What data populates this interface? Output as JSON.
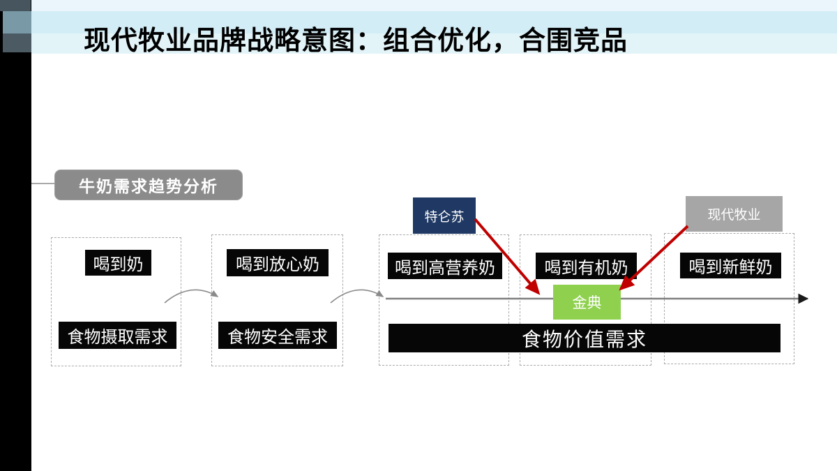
{
  "title": "现代牧业品牌战略意图：组合优化，合围竞品",
  "section_label": "牛奶需求趋势分析",
  "stages": {
    "stage1": {
      "need": "喝到奶",
      "demand": "食物摄取需求"
    },
    "stage2": {
      "need": "喝到放心奶",
      "demand": "食物安全需求"
    },
    "stage3": {
      "need1": "喝到高营养奶",
      "need2": "喝到有机奶",
      "need3": "喝到新鲜奶",
      "demand": "食物价值需求"
    }
  },
  "brands": {
    "telunsu": "特仑苏",
    "jindian": "金典",
    "modern_farming": "现代牧业"
  },
  "colors": {
    "telunsu_bg": "#1f3864",
    "modern_farming_bg": "#a6a6a6",
    "jindian_bg": "#8fd14f",
    "arrow_red": "#c00000",
    "chip_bg": "#060606",
    "label_bg": "#8b8b8b",
    "header_band": "#d3edf7",
    "timeline_gray": "#7f7f7f"
  }
}
